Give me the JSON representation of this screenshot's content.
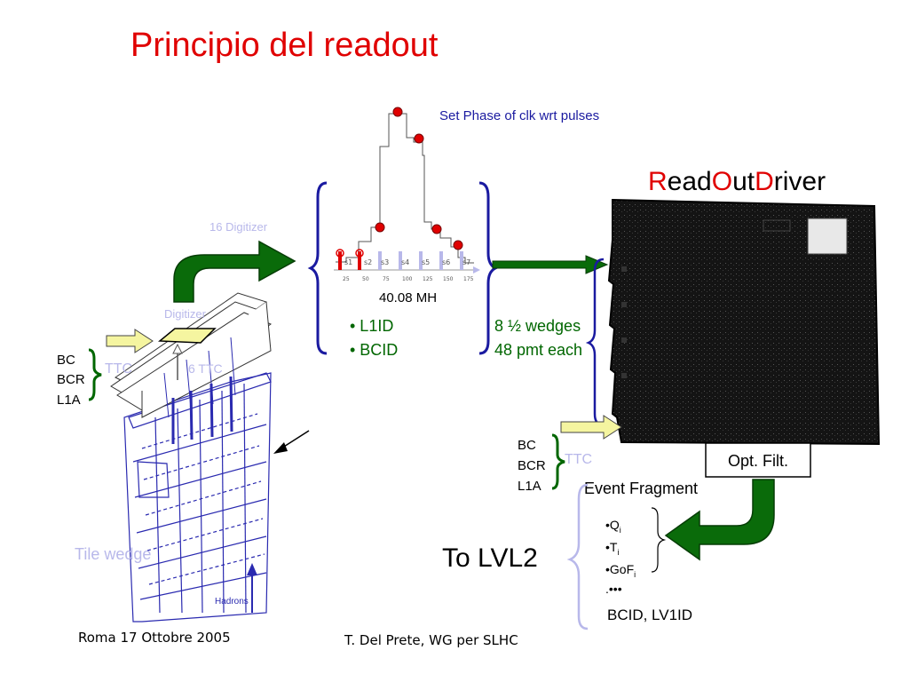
{
  "title": "Principio del readout",
  "rod_title": {
    "r1": "R",
    "r2": "ead",
    "r3": "O",
    "r4": "ut",
    "r5": "D",
    "r6": "river"
  },
  "pulse_label": "Set Phase of clk wrt pulses",
  "clock_label": "40.08 MH",
  "pulse_ticks": [
    "25",
    "50",
    "75",
    "100",
    "125",
    "150",
    "175"
  ],
  "sample_labels": [
    "s1",
    "s2",
    "s3",
    "s4",
    "s5",
    "s6",
    "s7"
  ],
  "digitizer_16": "16 Digitizer",
  "digitizer": "Digitizer",
  "ttc_left": "TTC",
  "ttc_extra": "6 TTC",
  "ttc_right": "TTC",
  "signals_left": [
    "BC",
    "BCR",
    "L1A"
  ],
  "signals_right": [
    "BC",
    "BCR",
    "L1A"
  ],
  "ids": [
    "• L1ID",
    "• BCID"
  ],
  "wedges": [
    "8 ½ wedges",
    "48 pmt each"
  ],
  "opt_filt": "Opt. Filt.",
  "event_fragment": "Event Fragment",
  "fragment_items": {
    "q": "•Q",
    "q_sub": "i",
    "t": "•T",
    "t_sub": "i",
    "gof": "•GoF",
    "gof_sub": "i",
    "dots": ".•••",
    "ids": "BCID, LV1ID"
  },
  "to_lvl2": "To LVL2",
  "tile_wedge": "Tile wedge",
  "hadrons": "Hadrons",
  "footer_left": "Roma 17 Ottobre 2005",
  "footer_center": "T. Del Prete, WG per SLHC",
  "colors": {
    "title": "#e00000",
    "brace_blue": "#1a1aa0",
    "green_arrow": "#0a6b0a",
    "pale_label": "#b8b8ea"
  }
}
